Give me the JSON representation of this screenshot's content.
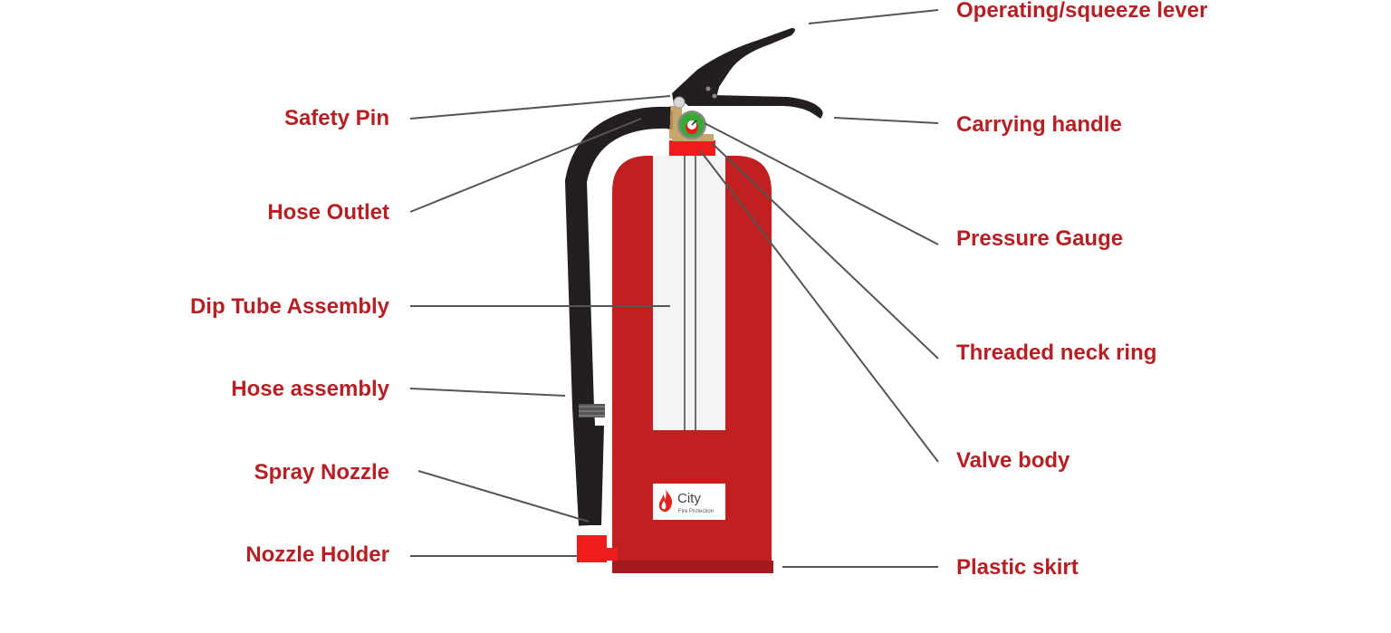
{
  "labels": {
    "operating_lever": "Operating/squeeze lever",
    "carrying_handle": "Carrying handle",
    "pressure_gauge": "Pressure Gauge",
    "threaded_neck_ring": "Threaded neck ring",
    "valve_body": "Valve body",
    "plastic_skirt": "Plastic skirt",
    "safety_pin": "Safety Pin",
    "hose_outlet": "Hose Outlet",
    "dip_tube_assembly": "Dip Tube Assembly",
    "hose_assembly": "Hose assembly",
    "spray_nozzle": "Spray Nozzle",
    "nozzle_holder": "Nozzle Holder"
  },
  "brand": {
    "name": "City",
    "subtitle": "Fire Protection",
    "icon": "flame-icon"
  },
  "colors": {
    "label_text": "#b61f24",
    "cylinder_red": "#c0201f",
    "skirt_red": "#a31a1d",
    "neck_ring_red": "#ee1c1c",
    "hose_black": "#231f20",
    "valve_brass": "#c8a56a",
    "gauge_green": "#3aa935",
    "leader_line": "#555555"
  }
}
